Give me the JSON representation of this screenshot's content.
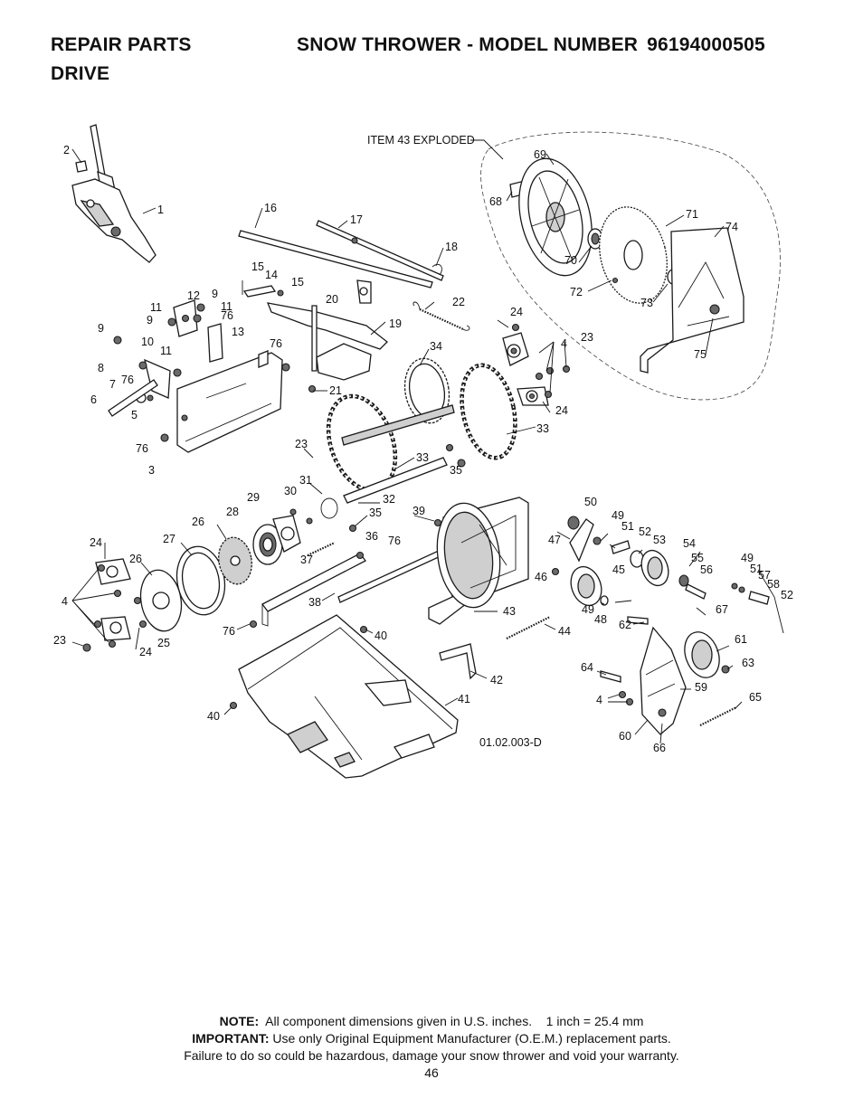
{
  "header": {
    "section": "REPAIR PARTS",
    "product_prefix": "SNOW THROWER - MODEL NUMBER",
    "model_number": "96194000505",
    "subtitle": "DRIVE"
  },
  "diagram": {
    "callout_label": "ITEM 43 EXPLODED",
    "drawing_code": "01.02.003-D",
    "labels": {
      "l_2": "2",
      "l_1": "1",
      "l_16": "16",
      "l_17": "17",
      "l_18": "18",
      "l_15a": "15",
      "l_14": "14",
      "l_15b": "15",
      "l_20": "20",
      "l_22": "22",
      "l_19": "19",
      "l_11a": "11",
      "l_12": "12",
      "l_9a": "9",
      "l_11b": "11",
      "l_9b": "9",
      "l_76a": "76",
      "l_9c": "9",
      "l_13": "13",
      "l_10": "10",
      "l_11c": "11",
      "l_8": "8",
      "l_76b": "76",
      "l_7": "7",
      "l_6": "6",
      "l_5": "5",
      "l_76c": "76",
      "l_76d": "76",
      "l_3": "3",
      "l_21": "21",
      "l_34": "34",
      "l_24a": "24",
      "l_4a": "4",
      "l_23a": "23",
      "l_24b": "24",
      "l_33a": "33",
      "l_23b": "23",
      "l_33b": "33",
      "l_35a": "35",
      "l_31": "31",
      "l_30": "30",
      "l_29": "29",
      "l_32": "32",
      "l_28": "28",
      "l_35b": "35",
      "l_26a": "26",
      "l_27": "27",
      "l_39": "39",
      "l_36": "36",
      "l_76e": "76",
      "l_37": "37",
      "l_24c": "24",
      "l_26b": "26",
      "l_4b": "4",
      "l_38": "38",
      "l_23c": "23",
      "l_25": "25",
      "l_24d": "24",
      "l_76f": "76",
      "l_40a": "40",
      "l_43": "43",
      "l_44": "44",
      "l_42": "42",
      "l_41": "41",
      "l_40b": "40",
      "l_69": "69",
      "l_68": "68",
      "l_71": "71",
      "l_74": "74",
      "l_70": "70",
      "l_72": "72",
      "l_73": "73",
      "l_75": "75",
      "l_50": "50",
      "l_49a": "49",
      "l_51a": "51",
      "l_52a": "52",
      "l_53": "53",
      "l_47": "47",
      "l_54": "54",
      "l_55": "55",
      "l_49b": "49",
      "l_51b": "51",
      "l_57": "57",
      "l_58": "58",
      "l_45": "45",
      "l_56": "56",
      "l_46": "46",
      "l_52b": "52",
      "l_49c": "49",
      "l_48": "48",
      "l_67": "67",
      "l_62": "62",
      "l_61": "61",
      "l_64": "64",
      "l_63": "63",
      "l_59": "59",
      "l_65": "65",
      "l_4c": "4",
      "l_60": "60",
      "l_66": "66"
    }
  },
  "footer": {
    "note_label": "NOTE:",
    "note_text": "All component dimensions given in U.S. inches.    1 inch = 25.4 mm",
    "important_label": "IMPORTANT:",
    "important_text": "Use only Original Equipment Manufacturer (O.E.M.) replacement parts.",
    "warning_text": "Failure to do so could be hazardous, damage your snow thrower and void your warranty.",
    "page_number": "46"
  }
}
